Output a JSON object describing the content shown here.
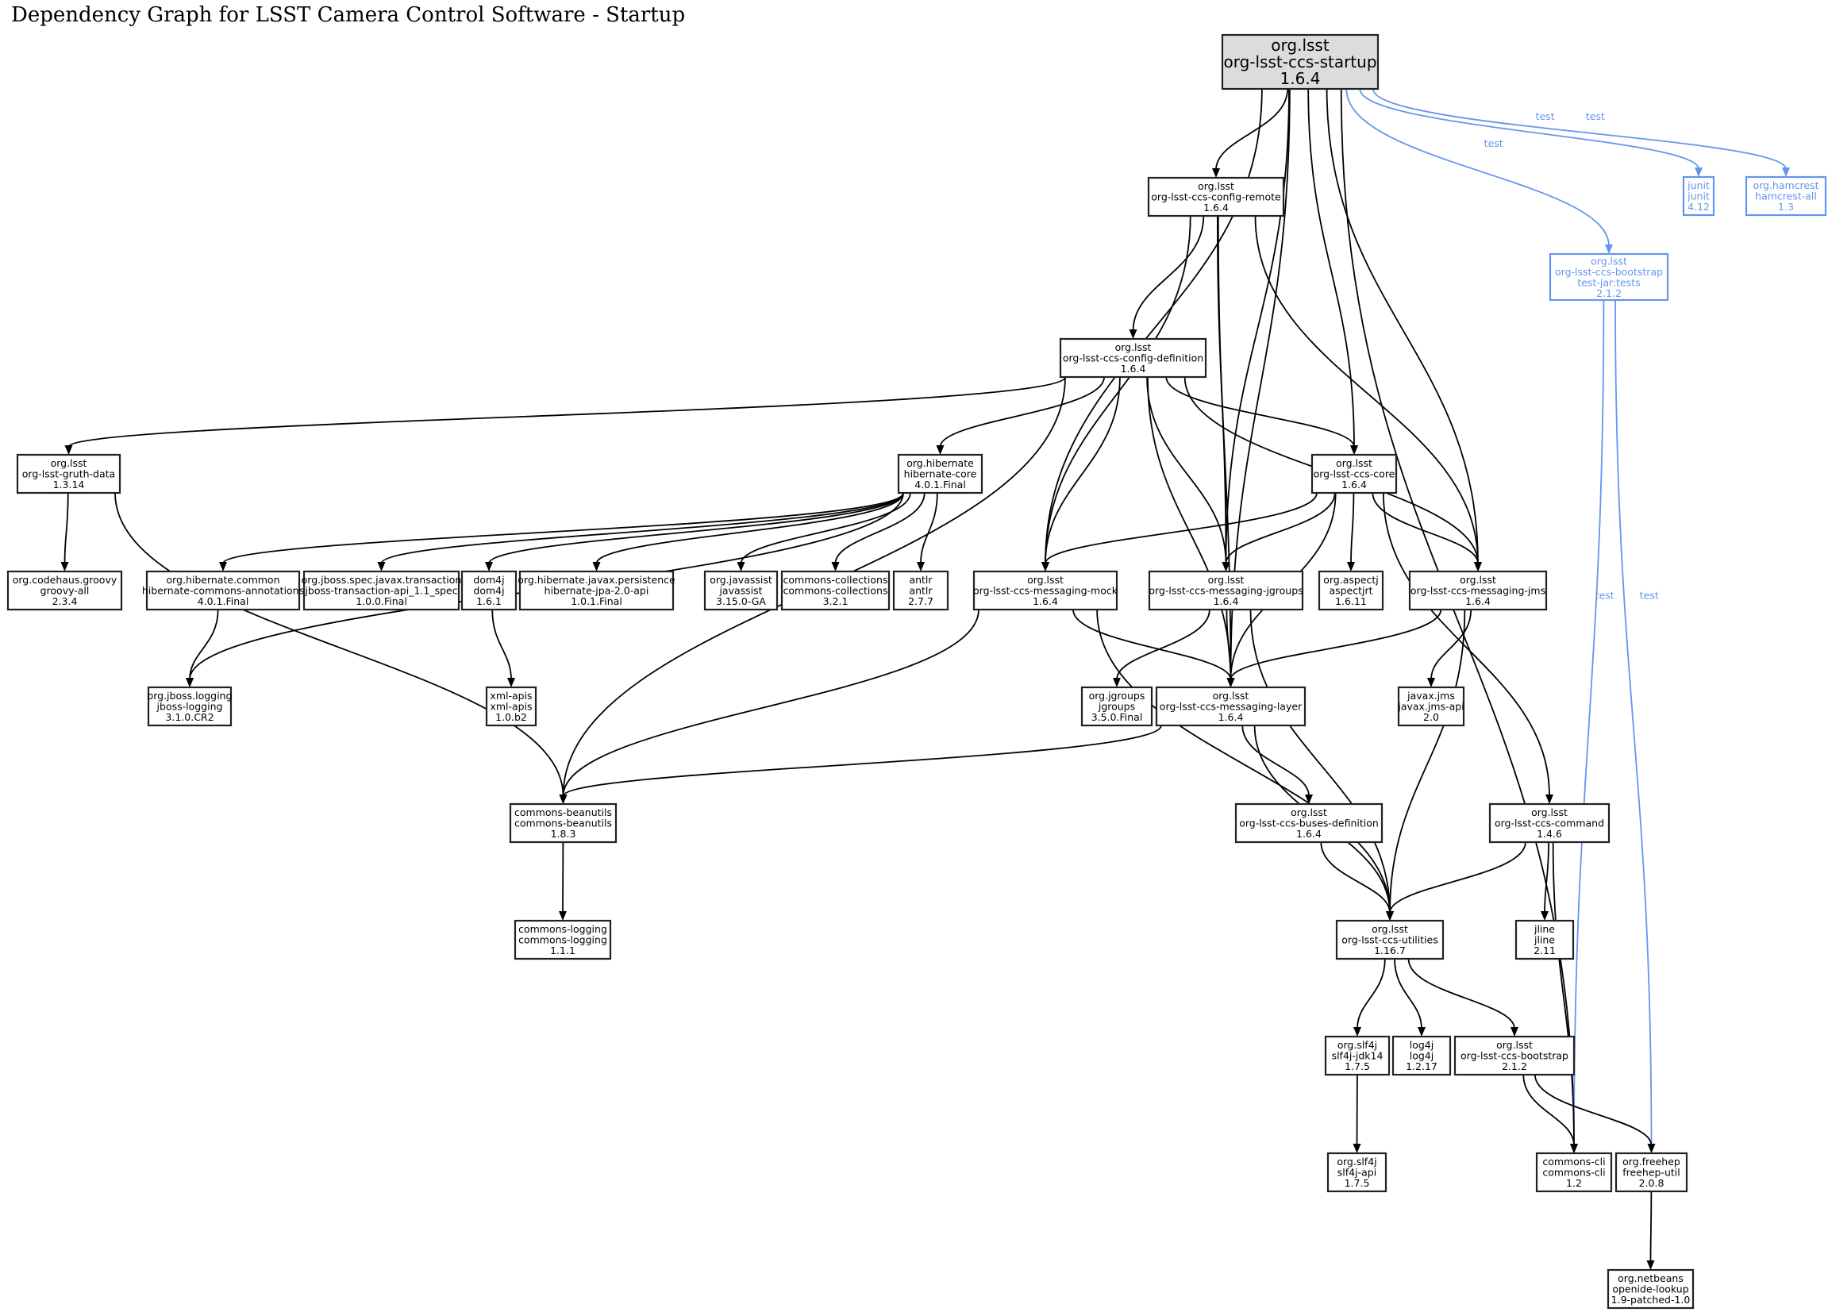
{
  "title": "Dependency Graph for LSST Camera Control Software - Startup",
  "colors": {
    "default": "#000000",
    "test": "#6495ed",
    "root_fill": "#dcdcdc"
  },
  "nodes": [
    {
      "id": "startup",
      "group": "org.lsst",
      "artifact": "org-lsst-ccs-startup",
      "version": "1.6.4",
      "root": true
    },
    {
      "id": "config-remote",
      "group": "org.lsst",
      "artifact": "org-lsst-ccs-config-remote",
      "version": "1.6.4"
    },
    {
      "id": "junit",
      "group": "junit",
      "artifact": "junit",
      "version": "4.12",
      "scope": "test"
    },
    {
      "id": "hamcrest",
      "group": "org.hamcrest",
      "artifact": "hamcrest-all",
      "version": "1.3",
      "scope": "test"
    },
    {
      "id": "bootstrap-tests",
      "group": "org.lsst",
      "artifact": "org-lsst-ccs-bootstrap",
      "classifier": "test-jar:tests",
      "version": "2.1.2",
      "scope": "test"
    },
    {
      "id": "config-definition",
      "group": "org.lsst",
      "artifact": "org-lsst-ccs-config-definition",
      "version": "1.6.4"
    },
    {
      "id": "gruth-data",
      "group": "org.lsst",
      "artifact": "org-lsst-gruth-data",
      "version": "1.3.14"
    },
    {
      "id": "hibernate-core",
      "group": "org.hibernate",
      "artifact": "hibernate-core",
      "version": "4.0.1.Final"
    },
    {
      "id": "ccs-core",
      "group": "org.lsst",
      "artifact": "org-lsst-ccs-core",
      "version": "1.6.4"
    },
    {
      "id": "groovy",
      "group": "org.codehaus.groovy",
      "artifact": "groovy-all",
      "version": "2.3.4"
    },
    {
      "id": "hib-annotations",
      "group": "org.hibernate.common",
      "artifact": "hibernate-commons-annotations",
      "version": "4.0.1.Final"
    },
    {
      "id": "jboss-transaction",
      "group": "org.jboss.spec.javax.transaction",
      "artifact": "jboss-transaction-api_1.1_spec",
      "version": "1.0.0.Final"
    },
    {
      "id": "dom4j",
      "group": "dom4j",
      "artifact": "dom4j",
      "version": "1.6.1"
    },
    {
      "id": "hib-jpa",
      "group": "org.hibernate.javax.persistence",
      "artifact": "hibernate-jpa-2.0-api",
      "version": "1.0.1.Final"
    },
    {
      "id": "javassist",
      "group": "org.javassist",
      "artifact": "javassist",
      "version": "3.15.0-GA"
    },
    {
      "id": "commons-collections",
      "group": "commons-collections",
      "artifact": "commons-collections",
      "version": "3.2.1"
    },
    {
      "id": "antlr",
      "group": "antlr",
      "artifact": "antlr",
      "version": "2.7.7"
    },
    {
      "id": "messaging-mock",
      "group": "org.lsst",
      "artifact": "org-lsst-ccs-messaging-mock",
      "version": "1.6.4"
    },
    {
      "id": "messaging-jgroups",
      "group": "org.lsst",
      "artifact": "org-lsst-ccs-messaging-jgroups",
      "version": "1.6.4"
    },
    {
      "id": "aspectj",
      "group": "org.aspectj",
      "artifact": "aspectjrt",
      "version": "1.6.11"
    },
    {
      "id": "messaging-jms",
      "group": "org.lsst",
      "artifact": "org-lsst-ccs-messaging-jms",
      "version": "1.6.4"
    },
    {
      "id": "jboss-logging",
      "group": "org.jboss.logging",
      "artifact": "jboss-logging",
      "version": "3.1.0.CR2"
    },
    {
      "id": "xml-apis",
      "group": "xml-apis",
      "artifact": "xml-apis",
      "version": "1.0.b2"
    },
    {
      "id": "jgroups",
      "group": "org.jgroups",
      "artifact": "jgroups",
      "version": "3.5.0.Final"
    },
    {
      "id": "messaging-layer",
      "group": "org.lsst",
      "artifact": "org-lsst-ccs-messaging-layer",
      "version": "1.6.4"
    },
    {
      "id": "jms-api",
      "group": "javax.jms",
      "artifact": "javax.jms-api",
      "version": "2.0"
    },
    {
      "id": "beanutils",
      "group": "commons-beanutils",
      "artifact": "commons-beanutils",
      "version": "1.8.3"
    },
    {
      "id": "buses-definition",
      "group": "org.lsst",
      "artifact": "org-lsst-ccs-buses-definition",
      "version": "1.6.4"
    },
    {
      "id": "ccs-command",
      "group": "org.lsst",
      "artifact": "org-lsst-ccs-command",
      "version": "1.4.6"
    },
    {
      "id": "commons-logging",
      "group": "commons-logging",
      "artifact": "commons-logging",
      "version": "1.1.1"
    },
    {
      "id": "utilities",
      "group": "org.lsst",
      "artifact": "org-lsst-ccs-utilities",
      "version": "1.16.7"
    },
    {
      "id": "jline",
      "group": "jline",
      "artifact": "jline",
      "version": "2.11"
    },
    {
      "id": "slf4j-jdk14",
      "group": "org.slf4j",
      "artifact": "slf4j-jdk14",
      "version": "1.7.5"
    },
    {
      "id": "log4j",
      "group": "log4j",
      "artifact": "log4j",
      "version": "1.2.17"
    },
    {
      "id": "bootstrap",
      "group": "org.lsst",
      "artifact": "org-lsst-ccs-bootstrap",
      "version": "2.1.2"
    },
    {
      "id": "slf4j-api",
      "group": "org.slf4j",
      "artifact": "slf4j-api",
      "version": "1.7.5"
    },
    {
      "id": "commons-cli",
      "group": "commons-cli",
      "artifact": "commons-cli",
      "version": "1.2"
    },
    {
      "id": "freehep",
      "group": "org.freehep",
      "artifact": "freehep-util",
      "version": "2.0.8"
    },
    {
      "id": "openide",
      "group": "org.netbeans",
      "artifact": "openide-lookup",
      "version": "1.9-patched-1.0"
    }
  ],
  "edges": [
    {
      "from": "startup",
      "to": "config-remote"
    },
    {
      "from": "startup",
      "to": "messaging-mock"
    },
    {
      "from": "startup",
      "to": "messaging-jgroups"
    },
    {
      "from": "startup",
      "to": "messaging-layer"
    },
    {
      "from": "startup",
      "to": "ccs-core"
    },
    {
      "from": "startup",
      "to": "messaging-jms"
    },
    {
      "from": "startup",
      "to": "commons-cli"
    },
    {
      "from": "startup",
      "to": "bootstrap-tests",
      "label": "test",
      "scope": "test"
    },
    {
      "from": "startup",
      "to": "junit",
      "label": "test",
      "scope": "test"
    },
    {
      "from": "startup",
      "to": "hamcrest",
      "label": "test",
      "scope": "test"
    },
    {
      "from": "config-remote",
      "to": "config-definition"
    },
    {
      "from": "config-remote",
      "to": "messaging-mock"
    },
    {
      "from": "config-remote",
      "to": "messaging-jgroups"
    },
    {
      "from": "config-remote",
      "to": "messaging-layer"
    },
    {
      "from": "config-remote",
      "to": "messaging-jms"
    },
    {
      "from": "bootstrap-tests",
      "to": "commons-cli",
      "label": "test",
      "scope": "test"
    },
    {
      "from": "bootstrap-tests",
      "to": "freehep",
      "label": "test",
      "scope": "test"
    },
    {
      "from": "config-definition",
      "to": "gruth-data"
    },
    {
      "from": "config-definition",
      "to": "beanutils"
    },
    {
      "from": "config-definition",
      "to": "hibernate-core"
    },
    {
      "from": "config-definition",
      "to": "messaging-mock"
    },
    {
      "from": "config-definition",
      "to": "messaging-layer"
    },
    {
      "from": "config-definition",
      "to": "messaging-jgroups"
    },
    {
      "from": "config-definition",
      "to": "ccs-core"
    },
    {
      "from": "config-definition",
      "to": "messaging-jms"
    },
    {
      "from": "gruth-data",
      "to": "groovy"
    },
    {
      "from": "gruth-data",
      "to": "beanutils"
    },
    {
      "from": "hibernate-core",
      "to": "jboss-logging"
    },
    {
      "from": "hibernate-core",
      "to": "hib-annotations"
    },
    {
      "from": "hibernate-core",
      "to": "jboss-transaction"
    },
    {
      "from": "hibernate-core",
      "to": "dom4j"
    },
    {
      "from": "hibernate-core",
      "to": "hib-jpa"
    },
    {
      "from": "hibernate-core",
      "to": "javassist"
    },
    {
      "from": "hibernate-core",
      "to": "commons-collections"
    },
    {
      "from": "hibernate-core",
      "to": "antlr"
    },
    {
      "from": "ccs-core",
      "to": "messaging-mock"
    },
    {
      "from": "ccs-core",
      "to": "messaging-jgroups"
    },
    {
      "from": "ccs-core",
      "to": "messaging-layer"
    },
    {
      "from": "ccs-core",
      "to": "aspectj"
    },
    {
      "from": "ccs-core",
      "to": "messaging-jms"
    },
    {
      "from": "ccs-core",
      "to": "ccs-command"
    },
    {
      "from": "hib-annotations",
      "to": "jboss-logging"
    },
    {
      "from": "dom4j",
      "to": "xml-apis"
    },
    {
      "from": "messaging-mock",
      "to": "beanutils"
    },
    {
      "from": "messaging-mock",
      "to": "messaging-layer"
    },
    {
      "from": "messaging-mock",
      "to": "utilities"
    },
    {
      "from": "messaging-jgroups",
      "to": "jgroups"
    },
    {
      "from": "messaging-jgroups",
      "to": "messaging-layer"
    },
    {
      "from": "messaging-jgroups",
      "to": "utilities"
    },
    {
      "from": "messaging-jms",
      "to": "messaging-layer"
    },
    {
      "from": "messaging-jms",
      "to": "jms-api"
    },
    {
      "from": "messaging-jms",
      "to": "utilities"
    },
    {
      "from": "messaging-layer",
      "to": "beanutils"
    },
    {
      "from": "messaging-layer",
      "to": "buses-definition"
    },
    {
      "from": "messaging-layer",
      "to": "utilities"
    },
    {
      "from": "beanutils",
      "to": "commons-logging"
    },
    {
      "from": "buses-definition",
      "to": "utilities"
    },
    {
      "from": "ccs-command",
      "to": "utilities"
    },
    {
      "from": "ccs-command",
      "to": "jline"
    },
    {
      "from": "ccs-command",
      "to": "commons-cli"
    },
    {
      "from": "utilities",
      "to": "slf4j-jdk14"
    },
    {
      "from": "utilities",
      "to": "log4j"
    },
    {
      "from": "utilities",
      "to": "bootstrap"
    },
    {
      "from": "slf4j-jdk14",
      "to": "slf4j-api"
    },
    {
      "from": "bootstrap",
      "to": "commons-cli"
    },
    {
      "from": "bootstrap",
      "to": "freehep"
    },
    {
      "from": "freehep",
      "to": "openide"
    }
  ]
}
